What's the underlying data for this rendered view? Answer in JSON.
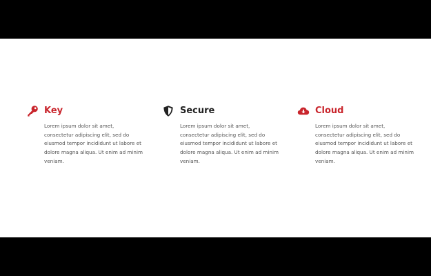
{
  "colors": {
    "accent": "#c9252c",
    "dark": "#222222",
    "body_text": "#555555"
  },
  "features": [
    {
      "icon": "key-icon",
      "title": "Key",
      "title_color": "#c9252c",
      "text": "Lorem ipsum dolor sit amet, consectetur adipiscing elit, sed do eiusmod tempor incididunt ut labore et dolore magna aliqua. Ut enim ad minim veniam."
    },
    {
      "icon": "shield-icon",
      "title": "Secure",
      "title_color": "#222222",
      "text": "Lorem ipsum dolor sit amet, consectetur adipiscing elit, sed do eiusmod tempor incididunt ut labore et dolore magna aliqua. Ut enim ad minim veniam."
    },
    {
      "icon": "cloud-download-icon",
      "title": "Cloud",
      "title_color": "#c9252c",
      "text": "Lorem ipsum dolor sit amet, consectetur adipiscing elit, sed do eiusmod tempor incididunt ut labore et dolore magna aliqua. Ut enim ad minim veniam."
    }
  ]
}
